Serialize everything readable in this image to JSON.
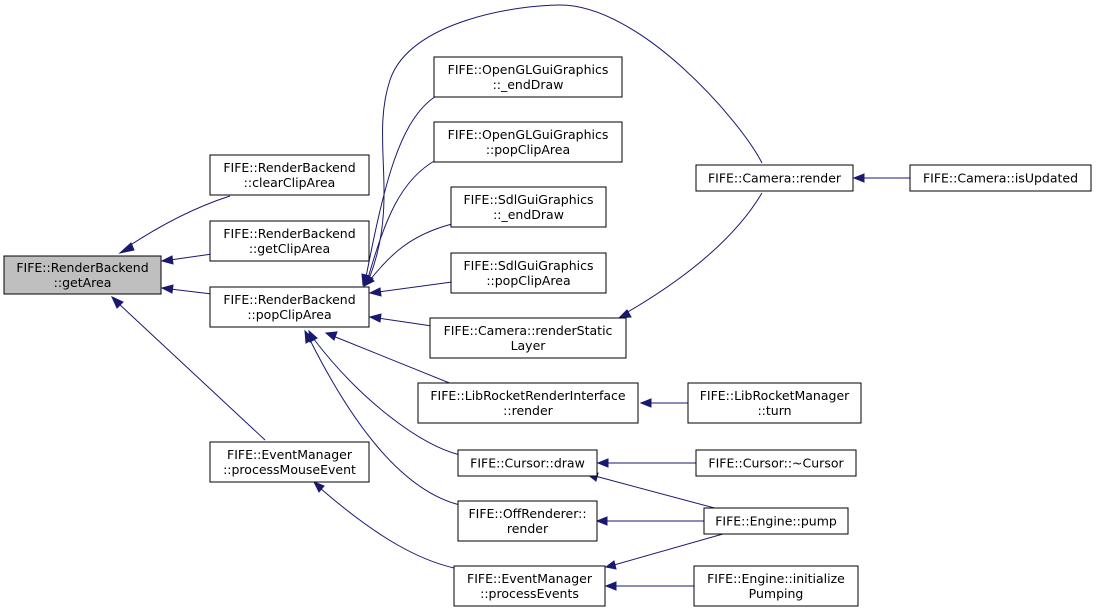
{
  "nodes": {
    "getArea": {
      "lines": [
        "FIFE::RenderBackend",
        "::getArea"
      ]
    },
    "clearClipArea": {
      "lines": [
        "FIFE::RenderBackend",
        "::clearClipArea"
      ]
    },
    "getClipArea": {
      "lines": [
        "FIFE::RenderBackend",
        "::getClipArea"
      ]
    },
    "popClipArea": {
      "lines": [
        "FIFE::RenderBackend",
        "::popClipArea"
      ]
    },
    "processMouseEvent": {
      "lines": [
        "FIFE::EventManager",
        "::processMouseEvent"
      ]
    },
    "glEndDraw": {
      "lines": [
        "FIFE::OpenGLGuiGraphics",
        "::_endDraw"
      ]
    },
    "glPopClipArea": {
      "lines": [
        "FIFE::OpenGLGuiGraphics",
        "::popClipArea"
      ]
    },
    "sdlEndDraw": {
      "lines": [
        "FIFE::SdlGuiGraphics",
        "::_endDraw"
      ]
    },
    "sdlPopClipArea": {
      "lines": [
        "FIFE::SdlGuiGraphics",
        "::popClipArea"
      ]
    },
    "renderStaticLayer": {
      "lines": [
        "FIFE::Camera::renderStatic",
        "Layer"
      ]
    },
    "libRocketRender": {
      "lines": [
        "FIFE::LibRocketRenderInterface",
        "::render"
      ]
    },
    "cursorDraw": {
      "lines": [
        "FIFE::Cursor::draw"
      ]
    },
    "offRendererRender": {
      "lines": [
        "FIFE::OffRenderer::",
        "render"
      ]
    },
    "processEvents": {
      "lines": [
        "FIFE::EventManager",
        "::processEvents"
      ]
    },
    "cameraRender": {
      "lines": [
        "FIFE::Camera::render"
      ]
    },
    "libRocketTurn": {
      "lines": [
        "FIFE::LibRocketManager",
        "::turn"
      ]
    },
    "cursorDtor": {
      "lines": [
        "FIFE::Cursor::~Cursor"
      ]
    },
    "enginePump": {
      "lines": [
        "FIFE::Engine::pump"
      ]
    },
    "engineInitPumping": {
      "lines": [
        "FIFE::Engine::initialize",
        "Pumping"
      ]
    },
    "cameraIsUpdated": {
      "lines": [
        "FIFE::Camera::isUpdated"
      ]
    }
  },
  "colors": {
    "edge": "#191970",
    "highlight_fill": "#bfbfbf",
    "border": "#000000"
  }
}
